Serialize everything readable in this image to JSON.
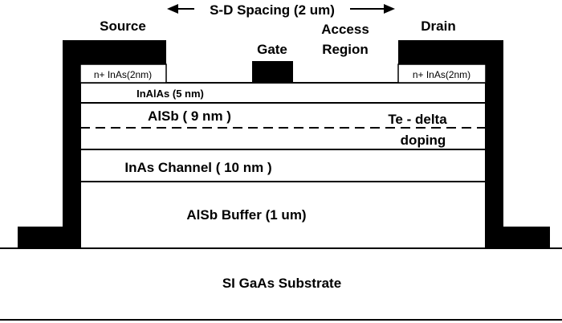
{
  "labels": {
    "sd_spacing": "S-D Spacing (2 um)",
    "source": "Source",
    "gate": "Gate",
    "access_region_line1": "Access",
    "access_region_line2": "Region",
    "drain": "Drain",
    "cap_left": "n+ InAs(2nm)",
    "cap_right": "n+ InAs(2nm)",
    "barrier": "InAlAs (5 nm)",
    "spacer": "AlSb ( 9 nm )",
    "te_delta_line1": "Te - delta",
    "te_delta_line2": "doping",
    "channel": "InAs Channel ( 10 nm )",
    "buffer": "AlSb Buffer (1 um)",
    "substrate": "SI GaAs Substrate"
  },
  "colors": {
    "contact": "#000000",
    "layer_fill": "#ffffff",
    "line": "#000000"
  }
}
